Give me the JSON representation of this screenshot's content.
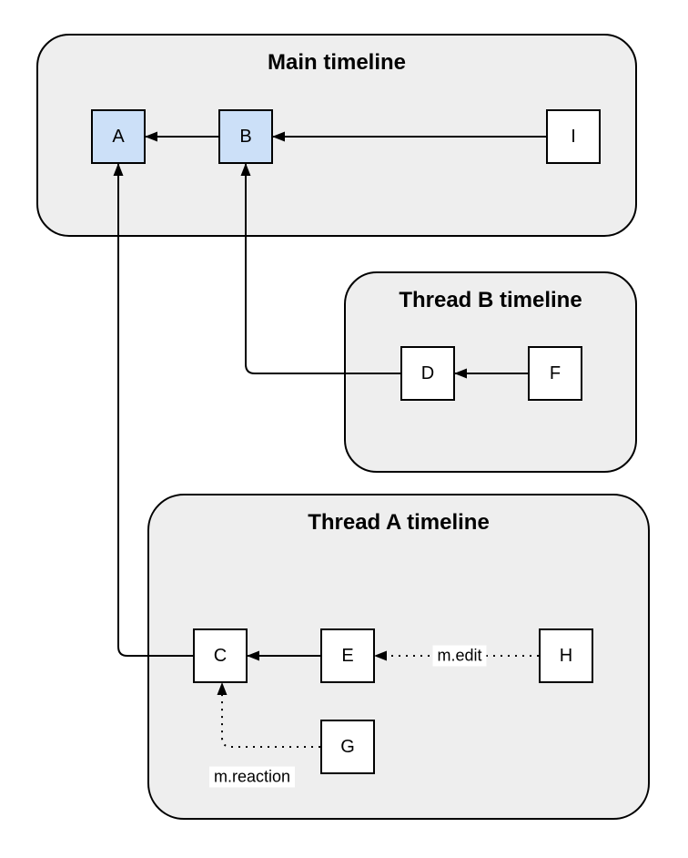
{
  "diagram": {
    "containers": [
      {
        "id": "main",
        "title": "Main timeline"
      },
      {
        "id": "thread-b",
        "title": "Thread B timeline"
      },
      {
        "id": "thread-a",
        "title": "Thread A timeline"
      }
    ],
    "nodes": [
      {
        "id": "A",
        "label": "A",
        "container": "main",
        "highlighted": true
      },
      {
        "id": "B",
        "label": "B",
        "container": "main",
        "highlighted": true
      },
      {
        "id": "I",
        "label": "I",
        "container": "main",
        "highlighted": false
      },
      {
        "id": "D",
        "label": "D",
        "container": "thread-b",
        "highlighted": false
      },
      {
        "id": "F",
        "label": "F",
        "container": "thread-b",
        "highlighted": false
      },
      {
        "id": "C",
        "label": "C",
        "container": "thread-a",
        "highlighted": false
      },
      {
        "id": "E",
        "label": "E",
        "container": "thread-a",
        "highlighted": false
      },
      {
        "id": "H",
        "label": "H",
        "container": "thread-a",
        "highlighted": false
      },
      {
        "id": "G",
        "label": "G",
        "container": "thread-a",
        "highlighted": false
      }
    ],
    "edges": [
      {
        "from": "B",
        "to": "A",
        "style": "solid",
        "label": ""
      },
      {
        "from": "I",
        "to": "B",
        "style": "solid",
        "label": ""
      },
      {
        "from": "D",
        "to": "B",
        "style": "solid",
        "label": ""
      },
      {
        "from": "F",
        "to": "D",
        "style": "solid",
        "label": ""
      },
      {
        "from": "C",
        "to": "A",
        "style": "solid",
        "label": ""
      },
      {
        "from": "E",
        "to": "C",
        "style": "solid",
        "label": ""
      },
      {
        "from": "H",
        "to": "E",
        "style": "dotted",
        "label": "m.edit"
      },
      {
        "from": "G",
        "to": "C",
        "style": "dotted",
        "label": "m.reaction"
      }
    ]
  },
  "colors": {
    "node_highlight_fill": "#cce0f8",
    "node_fill": "#ffffff",
    "container_fill": "#eeeeee",
    "stroke": "#000000",
    "background": "#ffffff"
  }
}
